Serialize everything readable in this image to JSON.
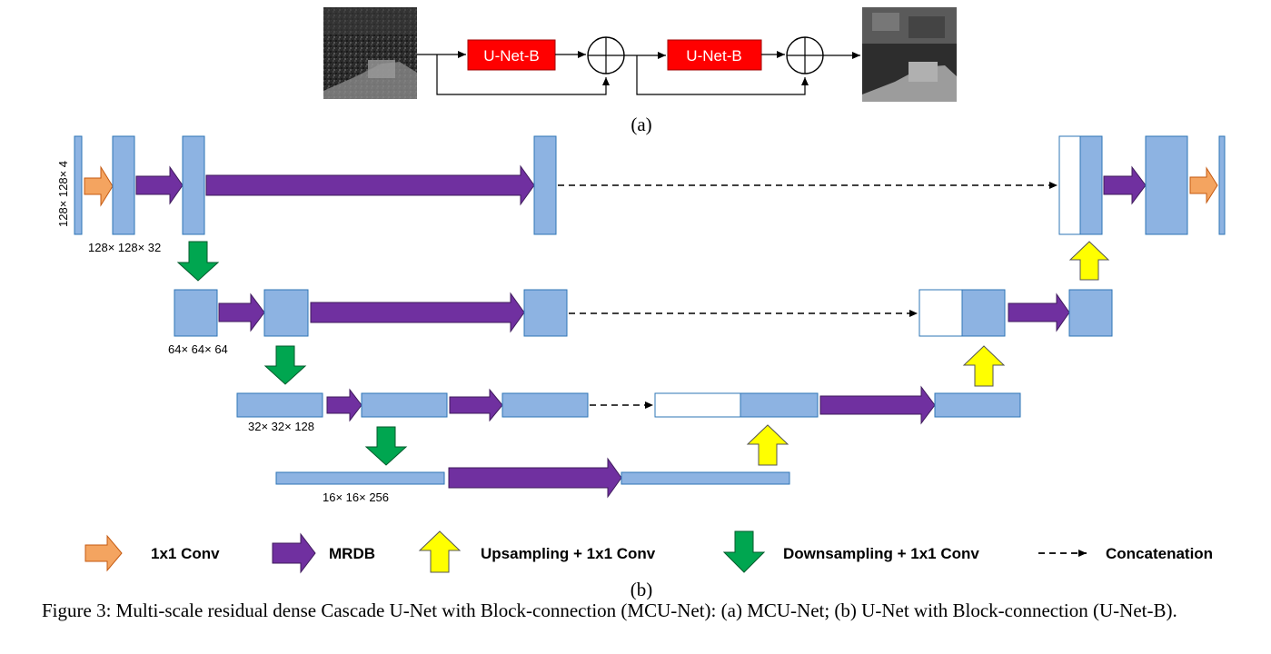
{
  "part_a": {
    "block1_label": "U-Net-B",
    "block2_label": "U-Net-B",
    "label": "(a)"
  },
  "part_b": {
    "label": "(b)",
    "dims": {
      "l1_in": "128× 128× 4",
      "l1": "128× 128× 32",
      "l2": "64× 64× 64",
      "l3": "32× 32× 128",
      "l4": "16× 16× 256"
    }
  },
  "legend": {
    "conv": "1x1 Conv",
    "mrdb": "MRDB",
    "up": "Upsampling + 1x1 Conv",
    "down": "Downsampling + 1x1 Conv",
    "concat": "Concatenation"
  },
  "caption": "Figure 3: Multi-scale residual dense Cascade U-Net with Block-connection (MCU-Net): (a) MCU-Net; (b) U-Net with Block-connection (U-Net-B).",
  "colors": {
    "block_fill": "#8db3e2",
    "block_stroke": "#2e75b6",
    "conv_fill": "#f4a460",
    "conv_stroke": "#c55a11",
    "mrdb_fill": "#7030a0",
    "mrdb_stroke": "#3f1b5c",
    "up_fill": "#ffff00",
    "up_stroke": "#555555",
    "down_fill": "#00a650",
    "down_stroke": "#005a2b",
    "unet_fill": "#ff0000"
  }
}
